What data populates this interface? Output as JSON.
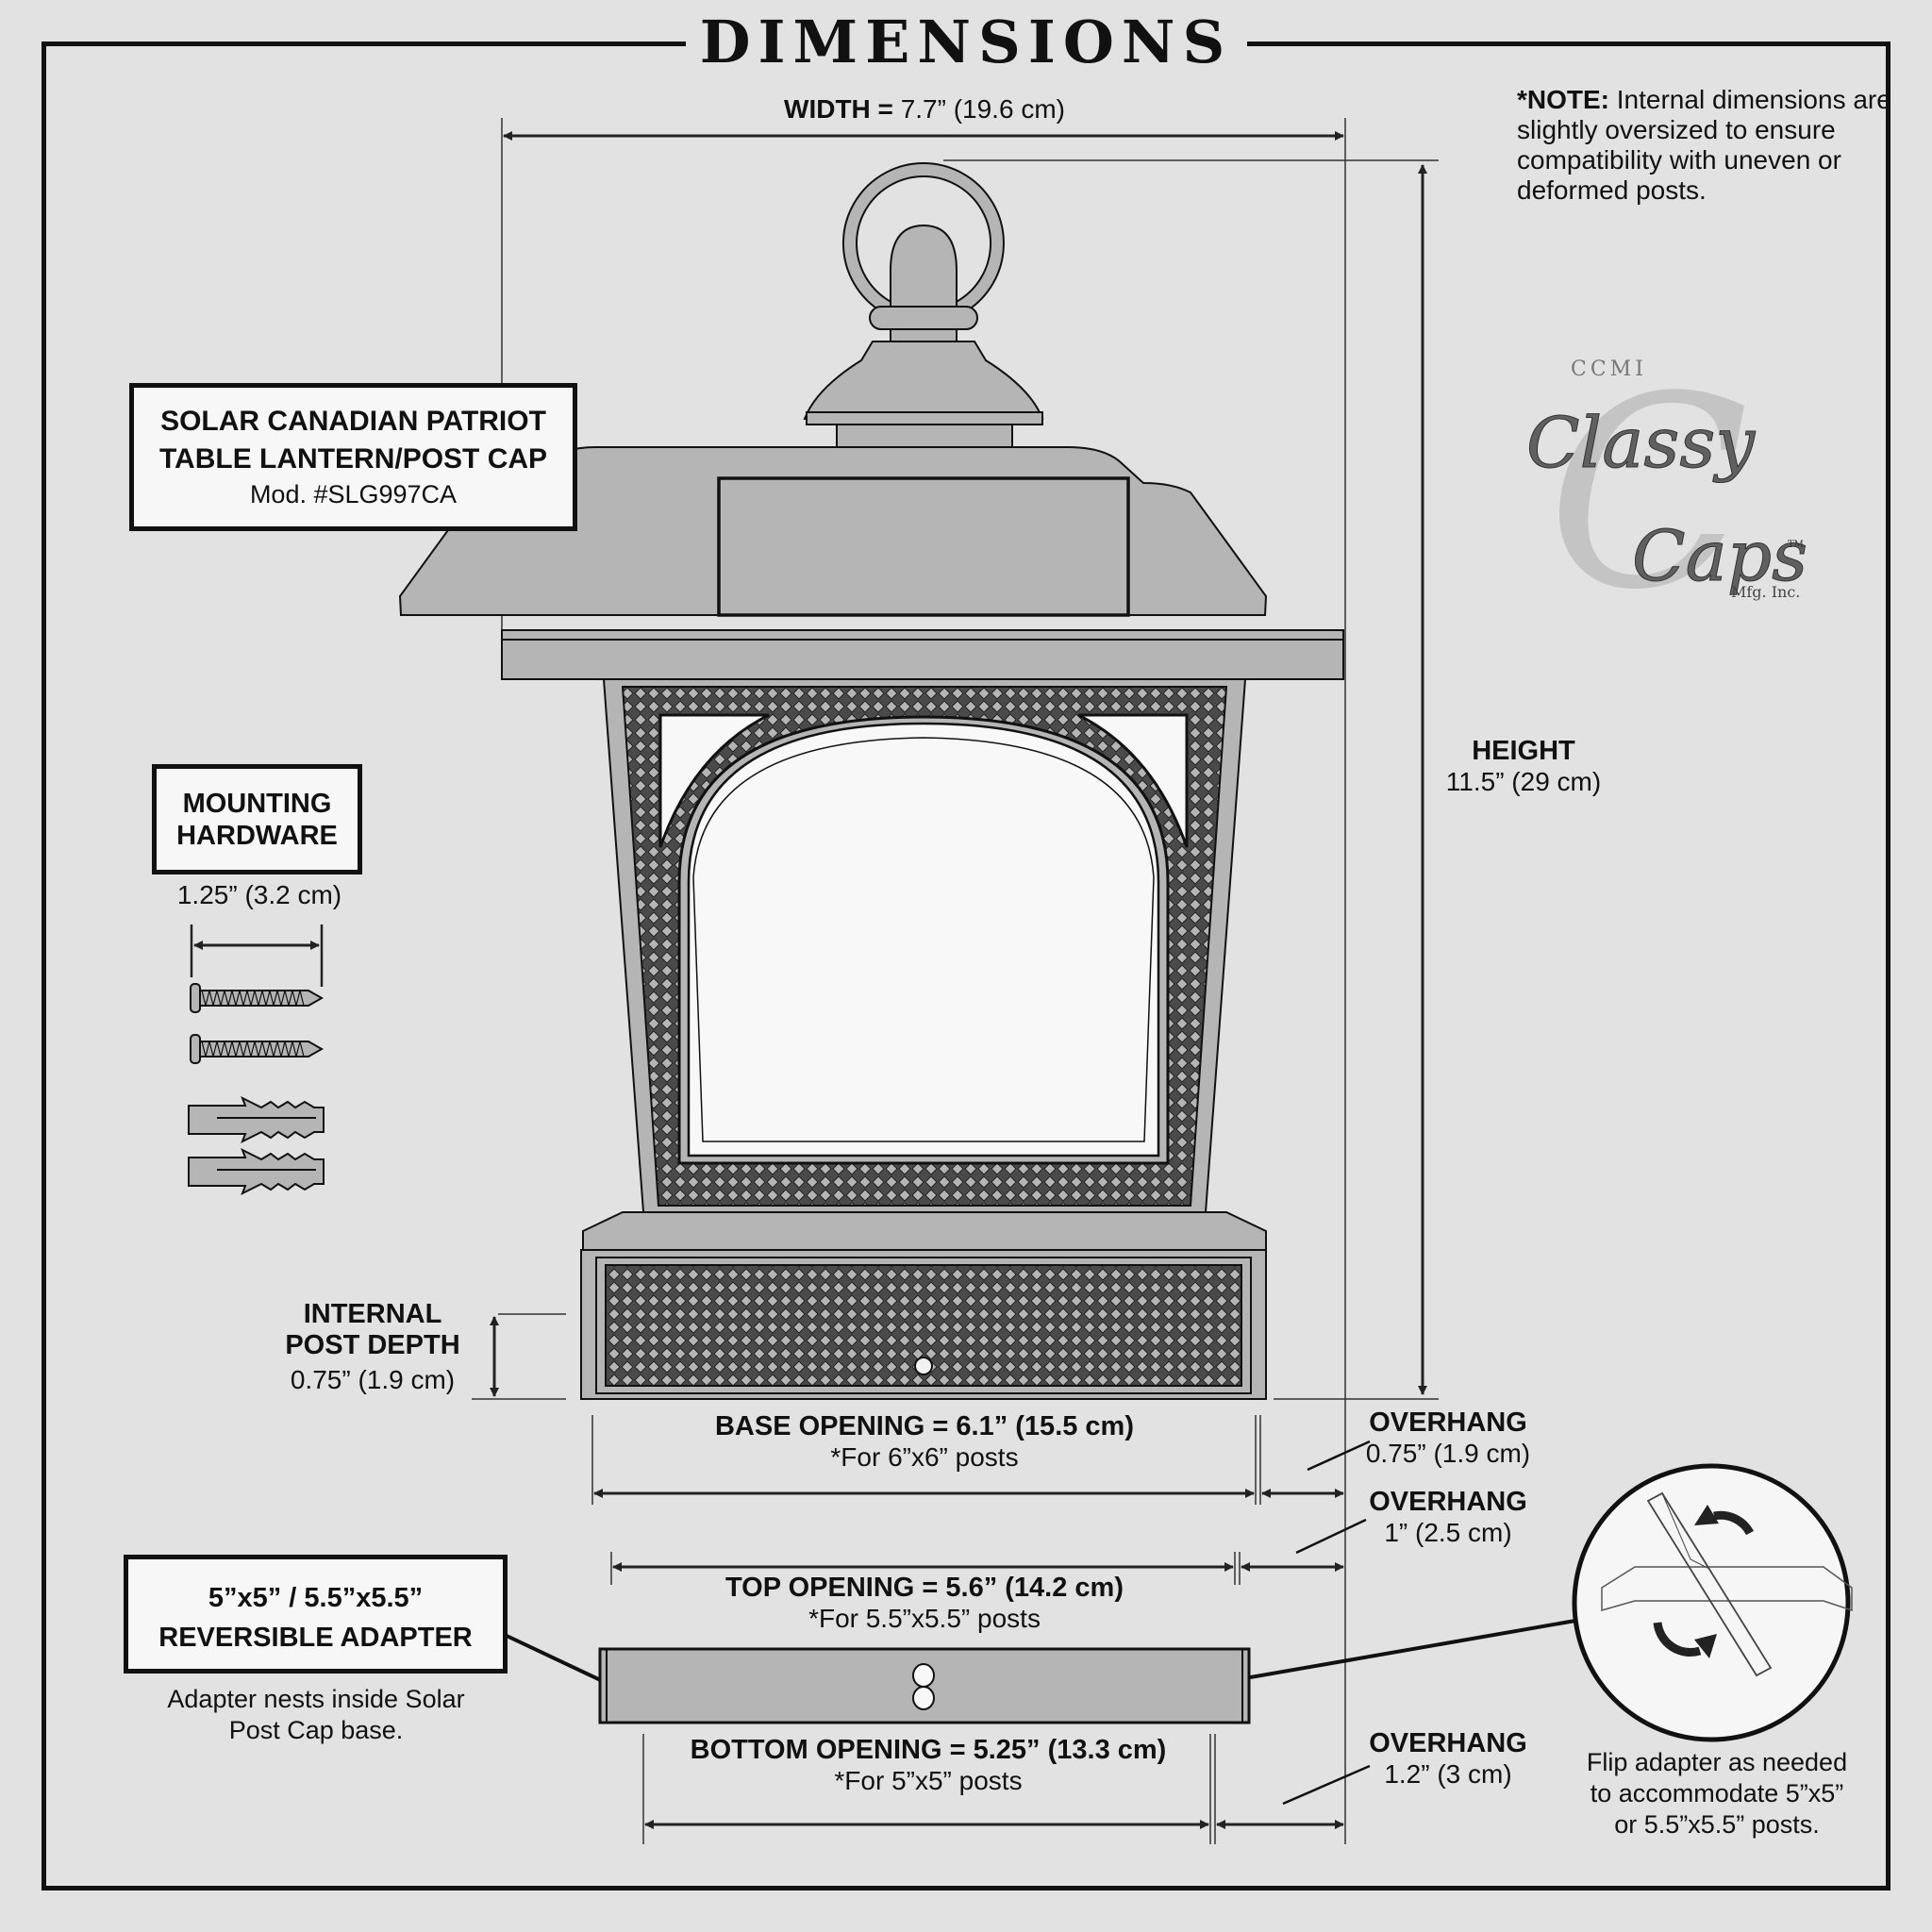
{
  "title": "DIMENSIONS",
  "note": {
    "prefix": "*NOTE:",
    "text": "Internal dimensions are slightly oversized to ensure compatibility with uneven or deformed posts."
  },
  "product": {
    "line1": "SOLAR CANADIAN PATRIOT",
    "line2": "TABLE LANTERN/POST CAP",
    "model": "Mod. #SLG997CA"
  },
  "width": {
    "label": "WIDTH =",
    "value": "7.7” (19.6 cm)"
  },
  "height": {
    "label": "HEIGHT",
    "value": "11.5” (29 cm)"
  },
  "hardware": {
    "line1": "MOUNTING",
    "line2": "HARDWARE",
    "length": "1.25” (3.2 cm)",
    "items": [
      "screw",
      "screw",
      "anchor",
      "anchor"
    ]
  },
  "post_depth": {
    "line1": "INTERNAL",
    "line2": "POST DEPTH",
    "value": "0.75” (1.9 cm)"
  },
  "base_opening": {
    "label": "BASE OPENING = 6.1” (15.5 cm)",
    "sub": "*For 6”x6” posts"
  },
  "top_opening": {
    "label": "TOP OPENING = 5.6” (14.2 cm)",
    "sub": "*For 5.5”x5.5” posts"
  },
  "bottom_opening": {
    "label": "BOTTOM OPENING = 5.25” (13.3 cm)",
    "sub": "*For 5”x5” posts"
  },
  "overhangs": [
    {
      "label": "OVERHANG",
      "value": "0.75” (1.9 cm)"
    },
    {
      "label": "OVERHANG",
      "value": "1” (2.5 cm)"
    },
    {
      "label": "OVERHANG",
      "value": "1.2” (3 cm)"
    }
  ],
  "adapter": {
    "line1": "5”x5” / 5.5”x5.5”",
    "line2": "REVERSIBLE ADAPTER",
    "caption1": "Adapter nests inside Solar",
    "caption2": "Post Cap base."
  },
  "flip": {
    "line1": "Flip adapter as needed",
    "line2": "to  accommodate 5”x5”",
    "line3": "or 5.5”x5.5” posts."
  },
  "logo": {
    "top": "CCMI",
    "word1": "Classy",
    "word2": "Caps",
    "tm": "TM",
    "sub": "Mfg. Inc."
  },
  "colors": {
    "background": "#e2e2e2",
    "ink": "#111111",
    "metal": "#b5b5b5",
    "glass": "#f8f8f8"
  }
}
